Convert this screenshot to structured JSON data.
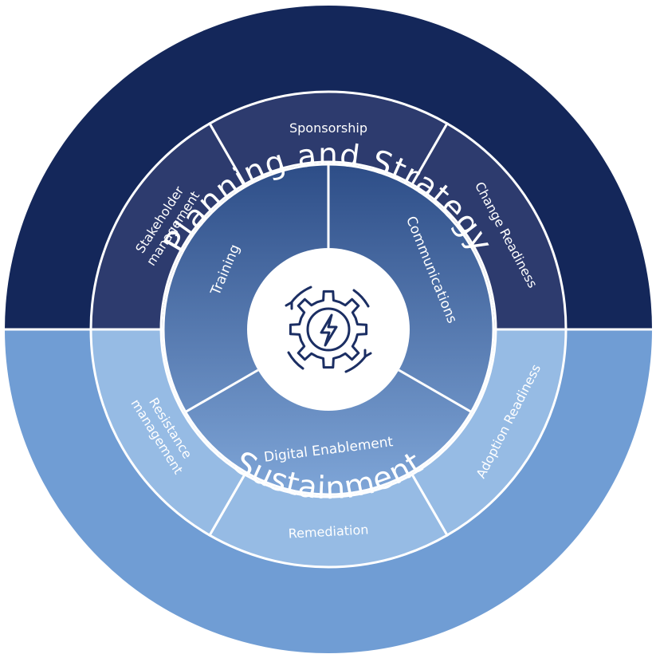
{
  "outer_ring": {
    "top_label": "Planning and Strategy",
    "bottom_label": "Sustainment",
    "top_color": "#14275a",
    "bottom_color": "#709dd4"
  },
  "middle_ring": {
    "segments": [
      {
        "label": "Sponsorship"
      },
      {
        "label": "Change Readiness"
      },
      {
        "label": "Adoption Readiness"
      },
      {
        "label": "Remediation"
      },
      {
        "label": "Resistance management"
      },
      {
        "label": "Stakeholder management"
      }
    ],
    "top_color": "#2d3b6e",
    "bottom_color": "#96bbe4"
  },
  "inner_ring": {
    "segments": [
      {
        "label": "Communications"
      },
      {
        "label": "Digital Enablement"
      },
      {
        "label": "Training"
      }
    ],
    "gradient_top": "#2d4d87",
    "gradient_bottom": "#7fa6d8"
  },
  "center": {
    "icon": "gear-lightning-refresh-icon",
    "icon_color": "#1b2e63",
    "fill": "#ffffff"
  }
}
